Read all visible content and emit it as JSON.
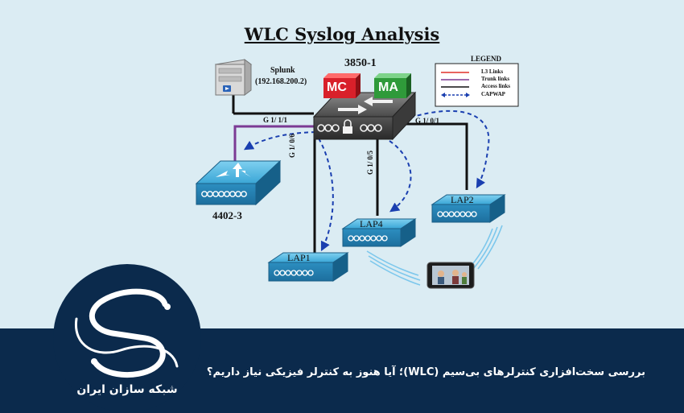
{
  "title": "WLC Syslog Analysis",
  "devices": {
    "core_switch": "3850-1",
    "wlc": "4402-3",
    "splunk_name": "Splunk",
    "splunk_ip": "(192.168.200.2)",
    "mc_badge": "MC",
    "ma_badge": "MA",
    "ap1": "LAP1",
    "ap2": "LAP2",
    "ap4": "LAP4"
  },
  "ports": {
    "p_1_1_1": "G 1/ 1/1",
    "p_1_0_6": "G 1/ 0/6",
    "p_1_0_5": "G 1/ 0/5",
    "p_1_0_1": "G 1/ 0/1"
  },
  "legend": {
    "title": "LEGEND",
    "items": [
      {
        "label": "L3 Links",
        "color": "#e0302a",
        "style": "solid"
      },
      {
        "label": "Trunk links",
        "color": "#7b3a94",
        "style": "solid"
      },
      {
        "label": "Access links",
        "color": "#111111",
        "style": "solid"
      },
      {
        "label": "CAPWAP",
        "color": "#1a3fb0",
        "style": "dashed"
      }
    ]
  },
  "footer": {
    "headline": "بررسی سخت‌افزاری کنترلرهای بی‌سیم (WLC)؛ آیا هنوز به کنترلر فیزیکی نیاز داریم؟",
    "brand": "شبکه سازان ایران"
  },
  "colors": {
    "background": "#dbecf3",
    "footer": "#0b2a4c",
    "mc": "#d8202a",
    "ma": "#2f9a3a",
    "device_blue": "#3aa6d6",
    "capwap": "#1a3fb0",
    "trunk": "#7b3a94"
  }
}
